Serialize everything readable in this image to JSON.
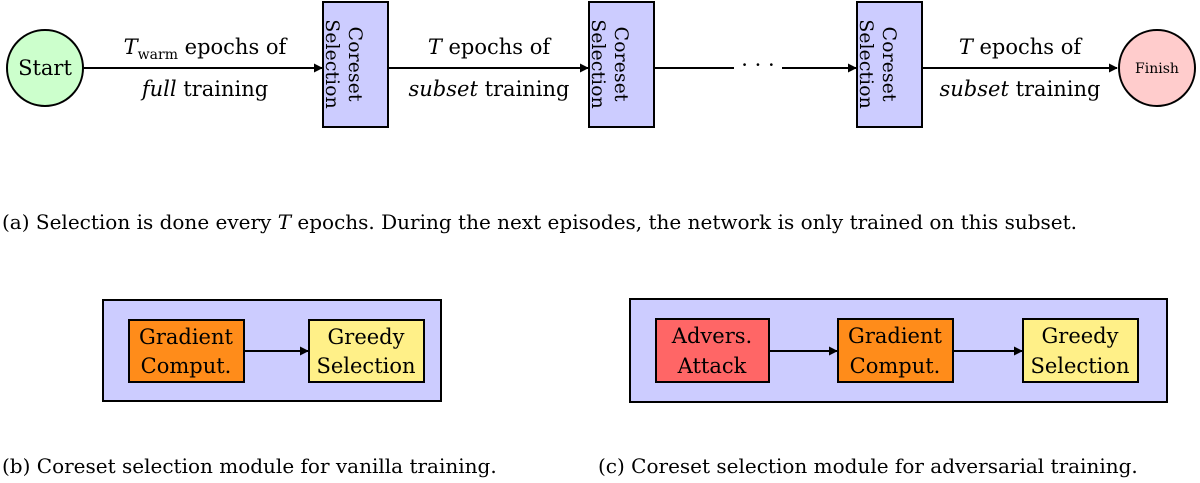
{
  "figure_a": {
    "start_label": "Start",
    "finish_label": "Finish",
    "coreset_line1": "Coreset",
    "coreset_line2": "Selection",
    "edge1_line1_symbol": "T",
    "edge1_line1_subscript": "warm",
    "edge1_line1_suffix": " epochs of",
    "edge1_line2_italic": "full",
    "edge1_line2_suffix": " training",
    "edge2_line1_symbol": "T",
    "edge2_line1_suffix": " epochs of",
    "edge2_line2_italic": "subset",
    "edge2_line2_suffix": " training",
    "ellipsis": "· · ·",
    "edge4_line1_symbol": "T",
    "edge4_line1_suffix": " epochs of",
    "edge4_line2_italic": "subset",
    "edge4_line2_suffix": " training",
    "caption_prefix": "(a) Selection is done every ",
    "caption_symbol": "T",
    "caption_suffix": " epochs. During the next episodes, the network is only trained on this subset."
  },
  "figure_b": {
    "gradient_line1": "Gradient",
    "gradient_line2": "Comput.",
    "greedy_line1": "Greedy",
    "greedy_line2": "Selection",
    "caption": "(b)  Coreset selection module for vanilla training."
  },
  "figure_c": {
    "advers_line1": "Advers.",
    "advers_line2": "Attack",
    "gradient_line1": "Gradient",
    "gradient_line2": "Comput.",
    "greedy_line1": "Greedy",
    "greedy_line2": "Selection",
    "caption": "(c)  Coreset selection module for adversarial training."
  },
  "colors": {
    "start_fill": "#ccffcc",
    "finish_fill": "#ffcccc",
    "module_fill": "#ccccff",
    "gradient_fill": "#ff8c1a",
    "greedy_fill": "#fff088",
    "advers_fill": "#ff6666"
  }
}
